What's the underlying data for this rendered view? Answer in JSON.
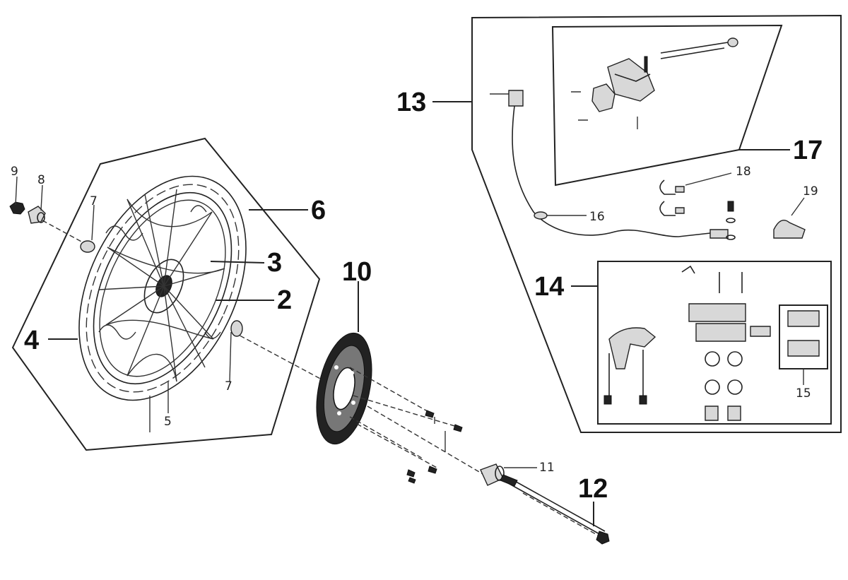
{
  "callouts": {
    "c2": "2",
    "c3": "3",
    "c4": "4",
    "c5": "5",
    "c6": "6",
    "c7a": "7",
    "c7b": "7",
    "c8": "8",
    "c9": "9",
    "c10": "10",
    "c11": "11",
    "c12": "12",
    "c13": "13",
    "c14": "14",
    "c15": "15",
    "c16": "16",
    "c17": "17",
    "c18": "18",
    "c19": "19"
  }
}
